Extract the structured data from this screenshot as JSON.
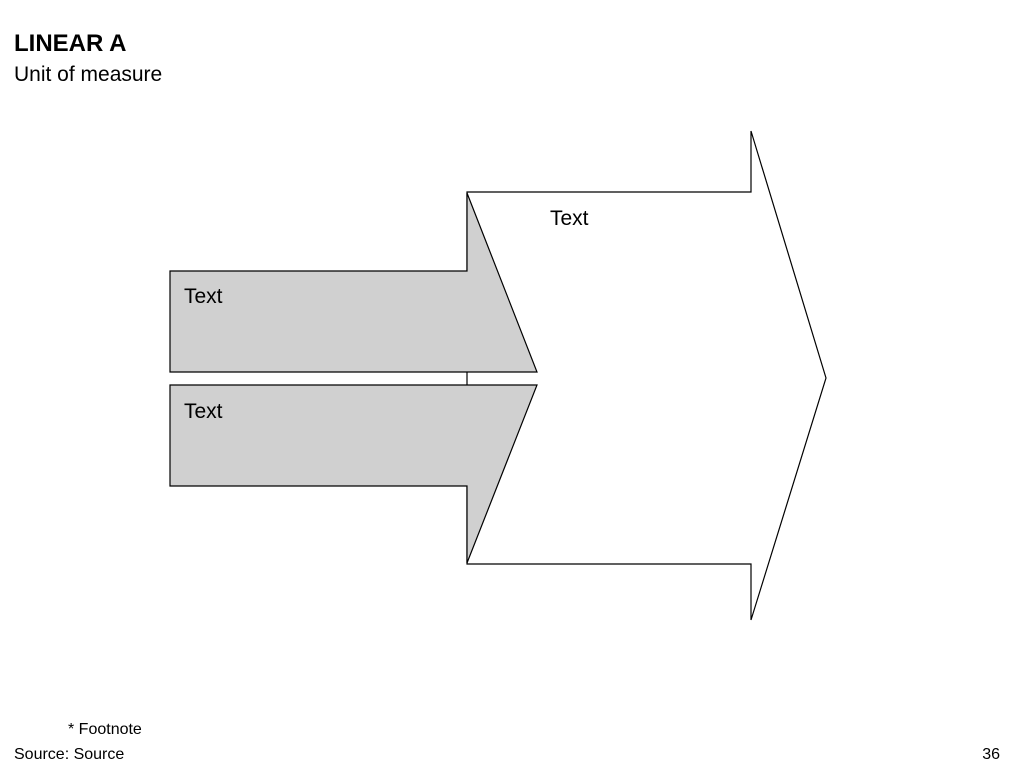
{
  "header": {
    "title": "LINEAR A",
    "subtitle": "Unit of measure"
  },
  "diagram": {
    "big_arrow": {
      "label": "Text",
      "fill": "#ffffff"
    },
    "upper_arrow": {
      "label": "Text",
      "fill": "#d0d0d0"
    },
    "lower_arrow": {
      "label": "Text",
      "fill": "#d0d0d0"
    },
    "stroke": "#000000"
  },
  "footer": {
    "footnote": "* Footnote",
    "source": "Source: Source",
    "page_number": "36"
  }
}
